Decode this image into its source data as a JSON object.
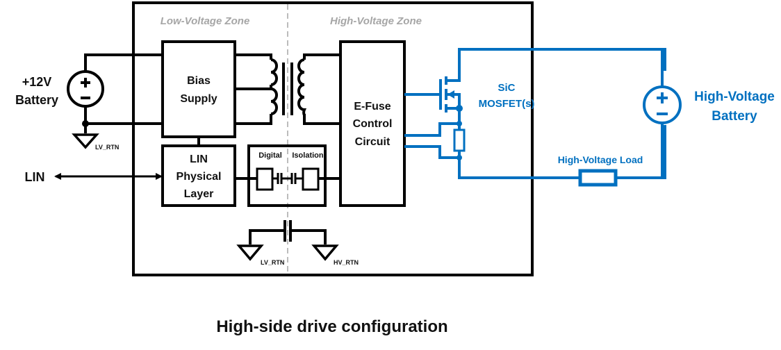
{
  "caption": "High-side drive configuration",
  "zones": {
    "low_voltage": "Low-Voltage Zone",
    "high_voltage": "High-Voltage Zone"
  },
  "left_battery": {
    "line1": "+12V",
    "line2": "Battery",
    "plus": "+",
    "minus": "−",
    "ground_label": "LV_RTN"
  },
  "lin_signal": "LIN",
  "blocks": {
    "bias_supply": [
      "Bias",
      "Supply"
    ],
    "lin_phy": [
      "LIN",
      "Physical",
      "Layer"
    ],
    "efuse": [
      "E-Fuse",
      "Control",
      "Circuit"
    ],
    "digital_isolation": [
      "Digital",
      "Isolation"
    ]
  },
  "grounds": {
    "lv": "LV_RTN",
    "hv": "HV_RTN"
  },
  "mosfet": [
    "SiC",
    "MOSFET(s)"
  ],
  "hv_battery": {
    "line1": "High-Voltage",
    "line2": "Battery",
    "plus": "+",
    "minus": "−"
  },
  "hv_load": "High-Voltage Load",
  "colors": {
    "hv_path": "#0070c0",
    "zone_label": "#a6a6a6"
  }
}
